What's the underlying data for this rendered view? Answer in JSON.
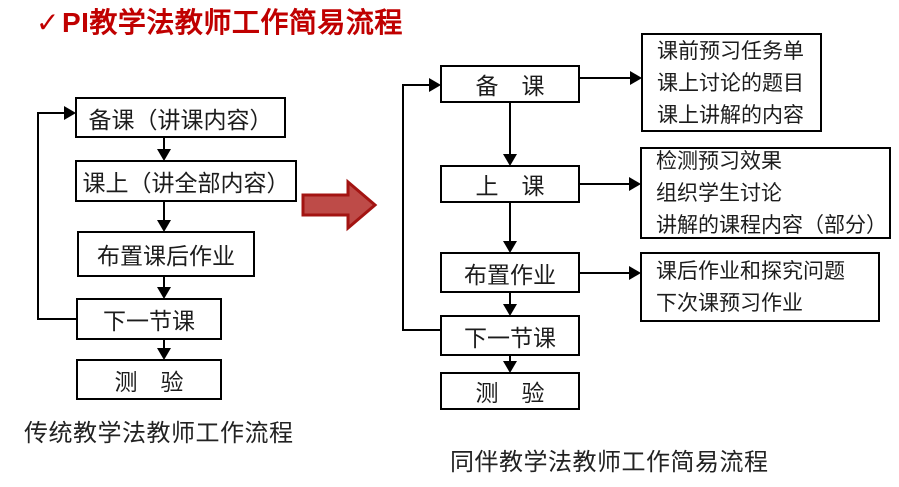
{
  "title": {
    "check": "✓",
    "text": "PI教学法教师工作简易流程"
  },
  "left_flow": {
    "caption": "传统教学法教师工作流程",
    "steps": [
      "备课（讲课内容）",
      "课上（讲全部内容）",
      "布置课后作业",
      "下一节课",
      "测　验"
    ]
  },
  "right_flow": {
    "caption": "同伴教学法教师工作简易流程",
    "steps": [
      "备　课",
      "上　课",
      "布置作业",
      "下一节课",
      "测　验"
    ],
    "notes": [
      {
        "lines": [
          "课前预习任务单",
          "课上讨论的题目",
          "课上讲解的内容"
        ]
      },
      {
        "lines": [
          "检测预习效果",
          "组织学生讨论",
          "讲解的课程内容（部分）"
        ]
      },
      {
        "lines": [
          "课后作业和探究问题",
          "下次课预习作业"
        ]
      }
    ]
  },
  "colors": {
    "title_red": "#C00000",
    "arrow_fill": "#BE4B48",
    "arrow_border": "#A31412",
    "line_black": "#000000"
  }
}
